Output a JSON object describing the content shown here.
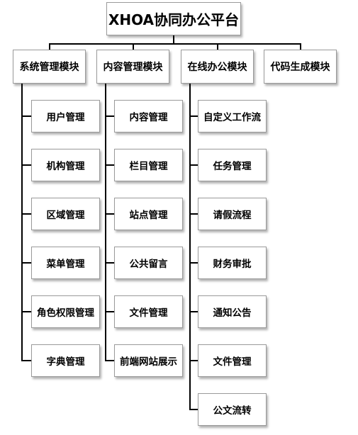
{
  "title": "XHOA协同办公平台",
  "modules": [
    {
      "label": "系统管理模块",
      "items": [
        "用户管理",
        "机构管理",
        "区域管理",
        "菜单管理",
        "角色权限管理",
        "字典管理"
      ]
    },
    {
      "label": "内容管理模块",
      "items": [
        "内容管理",
        "栏目管理",
        "站点管理",
        "公共留言",
        "文件管理",
        "前端网站展示"
      ]
    },
    {
      "label": "在线办公模块",
      "items": [
        "自定义工作流",
        "任务管理",
        "请假流程",
        "财务审批",
        "通知公告",
        "文件管理",
        "公文流转"
      ]
    },
    {
      "label": "代码生成模块",
      "items": []
    }
  ],
  "colors": {
    "line": "#000000",
    "border": "#9a9a9a",
    "background": "#ffffff"
  }
}
